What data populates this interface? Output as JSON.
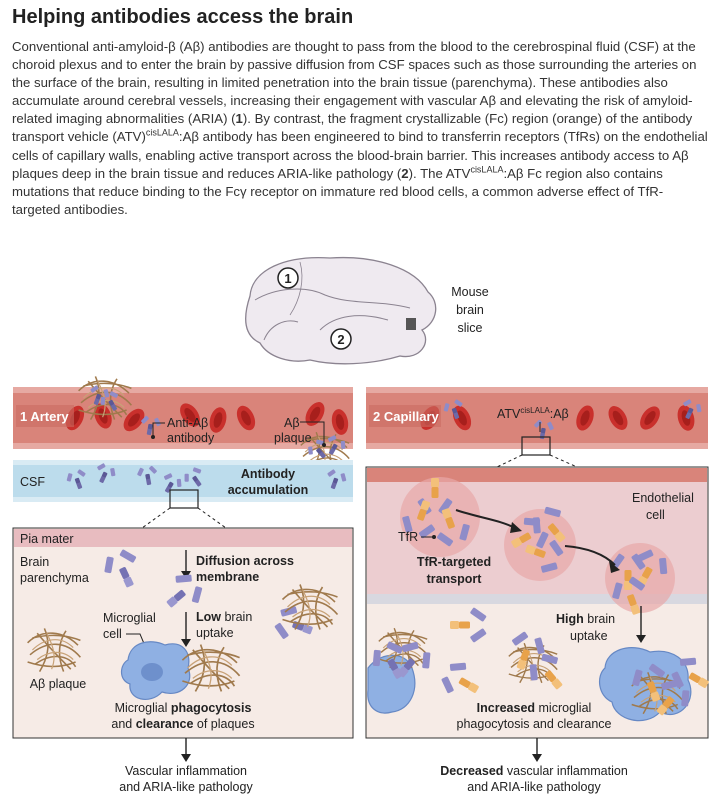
{
  "title": "Helping antibodies access the brain",
  "paragraph": {
    "p1": "Conventional anti-amyloid-β (Aβ) antibodies are thought to pass from the blood to the cerebrospinal fluid (CSF) at the choroid plexus and to enter the brain by passive diffusion from CSF spaces such as those surrounding the arteries on the surface of the brain, resulting in limited penetration into the brain tissue (parenchyma). These antibodies also accumulate around cerebral vessels, increasing their engagement with vascular Aβ and elevating the risk of amyloid-related imaging abnormalities (ARIA) (",
    "n1": "1",
    "p2": "). By contrast, the fragment crystallizable (Fc) region (orange) of the antibody transport vehicle (ATV)",
    "sup1": "cisLALA",
    "p3": ":Aβ antibody has been engineered to bind to transferrin receptors (TfRs) on the endothelial cells of capillary walls, enabling active transport across the blood-brain barrier. This increases antibody access to Aβ plaques deep in the brain tissue and reduces ARIA-like pathology (",
    "n2": "2",
    "p4": "). The ATV",
    "sup2": "cisLALA",
    "p5": ":Aβ Fc region also contains mutations that reduce binding to the Fcγ receptor on immature red blood cells, a common adverse effect of TfR-targeted antibodies."
  },
  "brain": {
    "marker1": "1",
    "marker2": "2",
    "label_line1": "Mouse",
    "label_line2": "brain",
    "label_line3": "slice"
  },
  "panel1": {
    "header": "1 Artery",
    "anti_ab_line1": "Anti-Aβ",
    "anti_ab_line2": "antibody",
    "plaque_line1": "Aβ",
    "plaque_line2": "plaque",
    "csf": "CSF",
    "accum_line1": "Antibody",
    "accum_line2": "accumulation",
    "pia": "Pia mater",
    "parenchyma_line1": "Brain",
    "parenchyma_line2": "parenchyma",
    "diffusion_line1": "Diffusion across",
    "diffusion_line2": "membrane",
    "microglial_line1": "Microglial",
    "microglial_line2": "cell",
    "low_bold": "Low",
    "low_rest": " brain",
    "low_line2": "uptake",
    "ab_plaque": "Aβ plaque",
    "phago_line1_a": "Microglial ",
    "phago_line1_b": "phagocytosis",
    "phago_line2_a": "and ",
    "phago_line2_b": "clearance",
    "phago_line2_c": " of plaques",
    "outcome_line1": "Vascular inflammation",
    "outcome_line2": "and ARIA-like pathology"
  },
  "panel2": {
    "header": "2 Capillary",
    "atv_main": "ATV",
    "atv_sup": "cisLALA",
    "atv_tail": ":Aβ",
    "endo_line1": "Endothelial",
    "endo_line2": "cell",
    "tfr": "TfR",
    "transport_line1": "TfR-targeted",
    "transport_line2": "transport",
    "high_bold": "High",
    "high_rest": " brain",
    "high_line2": "uptake",
    "increased_bold": "Increased",
    "increased_rest": " microglial",
    "increased_line2": "phagocytosis and clearance",
    "outcome_bold": "Decreased",
    "outcome_rest": " vascular inflammation",
    "outcome_line2": "and ARIA-like pathology"
  },
  "colors": {
    "vessel": "#d9847a",
    "rbc": "#c9302c",
    "csf": "#bcdcec",
    "tissue": "#f6ebe6",
    "pia": "#e8bcc0",
    "antibody": "#7a78b8",
    "fc_orange": "#e8a24a",
    "microglia": "#8fb0e3",
    "plaque": "#b08a5a",
    "header_bar": "#c96a60"
  }
}
